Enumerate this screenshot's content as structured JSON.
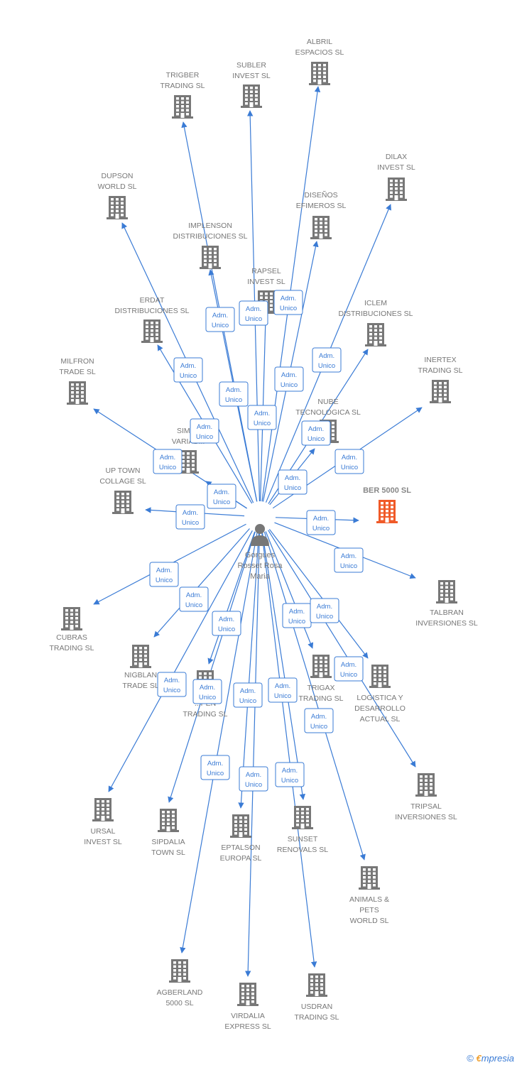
{
  "center": {
    "lines": [
      "Gorgues",
      "Rosset Rosa",
      "Maria"
    ]
  },
  "edge_label": [
    "Adm.",
    "Unico"
  ],
  "companies": [
    {
      "id": "albril",
      "lines": [
        "ALBRIL",
        "ESPACIOS SL"
      ]
    },
    {
      "id": "subler",
      "lines": [
        "SUBLER",
        "INVEST SL"
      ]
    },
    {
      "id": "trigber",
      "lines": [
        "TRIGBER",
        "TRADING SL"
      ]
    },
    {
      "id": "dilax",
      "lines": [
        "DILAX",
        "INVEST SL"
      ]
    },
    {
      "id": "dupson",
      "lines": [
        "DUPSON",
        "WORLD SL"
      ]
    },
    {
      "id": "disenos",
      "lines": [
        "DISEÑOS",
        "EFIMEROS SL"
      ]
    },
    {
      "id": "implenson",
      "lines": [
        "IMPLENSON",
        "DISTRIBUCIONES SL"
      ]
    },
    {
      "id": "rapsel",
      "lines": [
        "RAPSEL",
        "INVEST SL"
      ]
    },
    {
      "id": "erdat",
      "lines": [
        "ERDAT",
        "DISTRIBUCIONES SL"
      ]
    },
    {
      "id": "iclem",
      "lines": [
        "ICLEM",
        "DISTRIBUCIONES SL"
      ]
    },
    {
      "id": "milfron",
      "lines": [
        "MILFRON",
        "TRADE SL"
      ]
    },
    {
      "id": "inertex",
      "lines": [
        "INERTEX",
        "TRADING SL"
      ]
    },
    {
      "id": "nube",
      "lines": [
        "NUBE",
        "TECNOLOGICA SL"
      ]
    },
    {
      "id": "simet",
      "lines": [
        "SIMET",
        "VARIAB..."
      ]
    },
    {
      "id": "uptown",
      "lines": [
        "UP TOWN",
        "COLLAGE SL"
      ]
    },
    {
      "id": "ber",
      "lines": [
        "BER 5000  SL"
      ],
      "highlight": true
    },
    {
      "id": "talbran",
      "lines": [
        "TALBRAN",
        "INVERSIONES SL"
      ]
    },
    {
      "id": "cubras",
      "lines": [
        "CUBRAS",
        "TRADING SL"
      ]
    },
    {
      "id": "nigblan",
      "lines": [
        "NIGBLAN",
        "TRADE SL"
      ]
    },
    {
      "id": "open",
      "lines": [
        "...PEN",
        "TRADING SL"
      ]
    },
    {
      "id": "trigax",
      "lines": [
        "TRIGAX",
        "TRADING SL"
      ]
    },
    {
      "id": "logistica",
      "lines": [
        "LOGISTICA Y",
        "DESARROLLO",
        "ACTUAL SL"
      ]
    },
    {
      "id": "tripsal",
      "lines": [
        "TRIPSAL",
        "INVERSIONES SL"
      ]
    },
    {
      "id": "ursal",
      "lines": [
        "URSAL",
        "INVEST SL"
      ]
    },
    {
      "id": "sipdalia",
      "lines": [
        "SIPDALIA",
        "TOWN SL"
      ]
    },
    {
      "id": "eptalson",
      "lines": [
        "EPTALSON",
        "EUROPA SL"
      ]
    },
    {
      "id": "sunset",
      "lines": [
        "SUNSET",
        "RENOVALS SL"
      ]
    },
    {
      "id": "animals",
      "lines": [
        "ANIMALS &",
        "PETS",
        "WORLD SL"
      ]
    },
    {
      "id": "agberland",
      "lines": [
        "AGBERLAND",
        "5000 SL"
      ]
    },
    {
      "id": "virdalia",
      "lines": [
        "VIRDALIA",
        "EXPRESS SL"
      ]
    },
    {
      "id": "usdran",
      "lines": [
        "USDRAN",
        "TRADING SL"
      ]
    }
  ],
  "footer": {
    "copyright": "©",
    "brand_first": "€",
    "brand_rest": "mpresia"
  },
  "colors": {
    "edge": "#3a7bd5",
    "building": "#777777",
    "highlight": "#f05a28"
  }
}
